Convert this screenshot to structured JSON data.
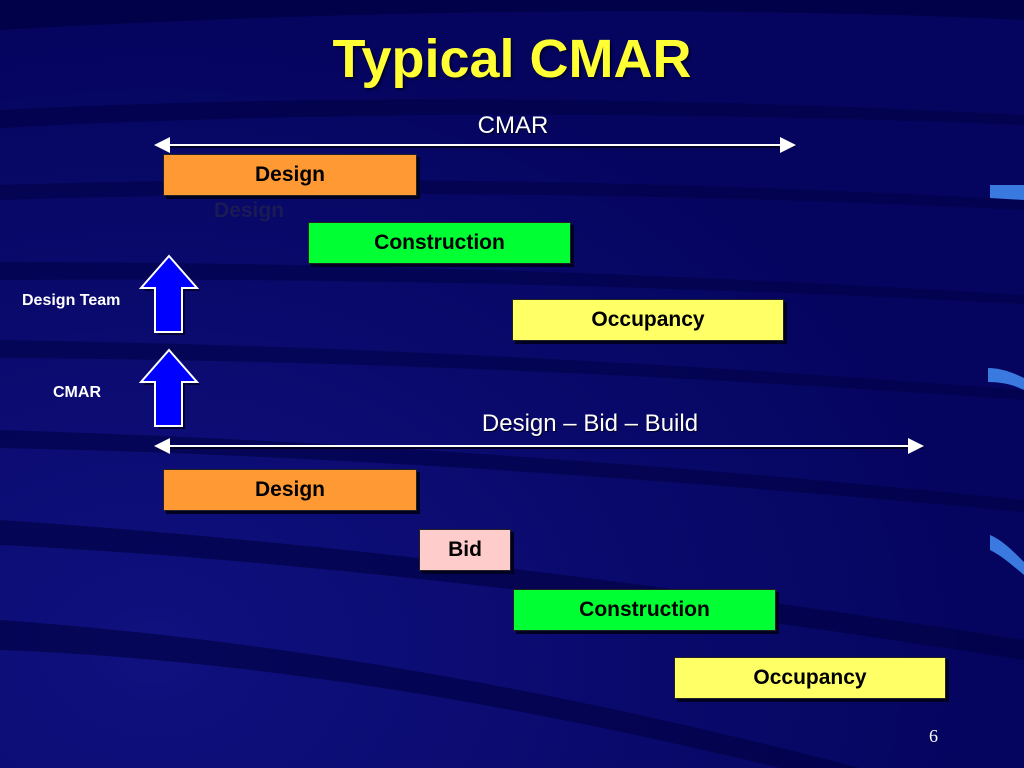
{
  "title": "Typical CMAR",
  "cmar_section": {
    "label": "CMAR",
    "design": "Design",
    "design_ghost": "Design",
    "construction": "Construction",
    "occupancy": "Occupancy"
  },
  "dbb_section": {
    "label": "Design – Bid – Build",
    "design": "Design",
    "bid": "Bid",
    "construction": "Construction",
    "occupancy": "Occupancy"
  },
  "side_labels": {
    "design_team": "Design Team",
    "cmar": "CMAR"
  },
  "page_number": "6",
  "colors": {
    "background": "#0a0a78",
    "title": "#ffff33",
    "design": "#ff9933",
    "construction": "#00ff33",
    "occupancy": "#ffff66",
    "bid": "#ffcccc",
    "arrow_up": "#0000ff"
  }
}
